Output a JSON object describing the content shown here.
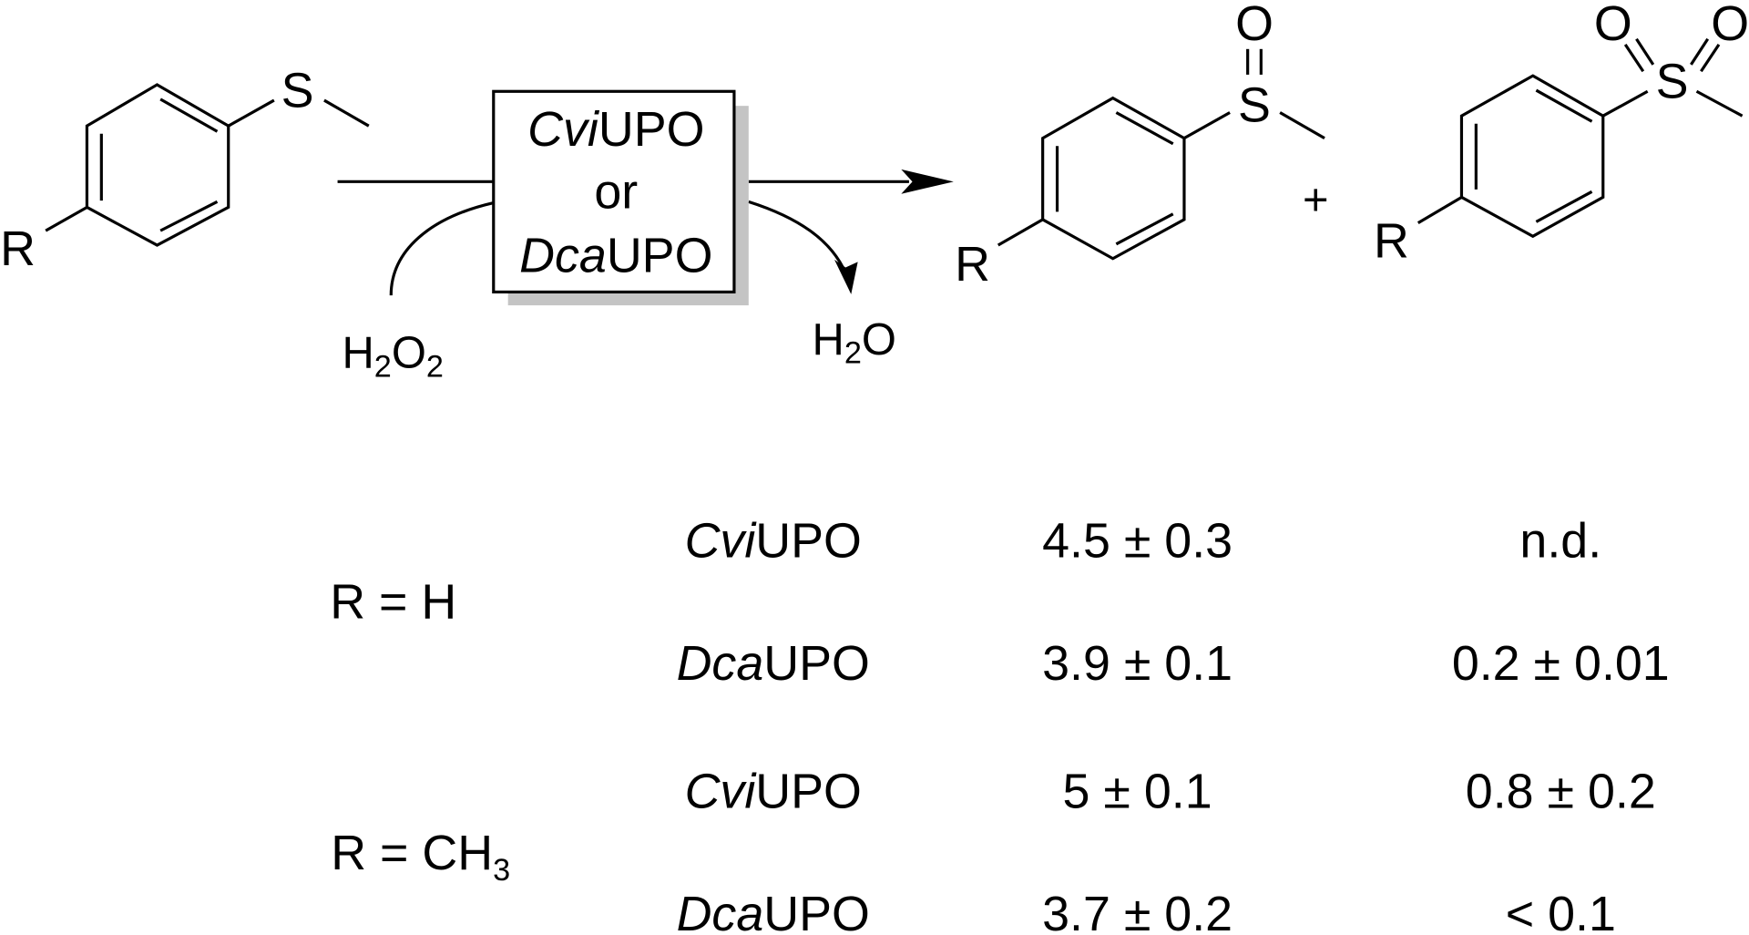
{
  "scheme": {
    "reactant": {
      "R_label": "R",
      "S_label": "S"
    },
    "enzyme_box": {
      "line1": {
        "italic": "Cvi",
        "normal": "UPO"
      },
      "line2": "or",
      "line3": {
        "italic": "Dca",
        "normal": "UPO"
      }
    },
    "cosubstrate": {
      "H": "H",
      "sub1": "2",
      "O": "O",
      "sub2": "2"
    },
    "byproduct": {
      "H": "H",
      "sub1": "2",
      "O": "O"
    },
    "sulfoxide": {
      "R_label": "R",
      "S_label": "S",
      "O_label": "O"
    },
    "plus": "+",
    "sulfone": {
      "R_label": "R",
      "S_label": "S",
      "O1_label": "O",
      "O2_label": "O"
    }
  },
  "table": {
    "groups": [
      {
        "label": "R = H",
        "label_sub": "",
        "rows": [
          {
            "enzyme_italic": "Cvi",
            "enzyme_normal": "UPO",
            "sulfoxide": "4.5 ± 0.3",
            "sulfone": "n.d."
          },
          {
            "enzyme_italic": "Dca",
            "enzyme_normal": "UPO",
            "sulfoxide": "3.9 ± 0.1",
            "sulfone": "0.2 ± 0.01"
          }
        ]
      },
      {
        "label": "R = CH",
        "label_sub": "3",
        "rows": [
          {
            "enzyme_italic": "Cvi",
            "enzyme_normal": "UPO",
            "sulfoxide": "5 ± 0.1",
            "sulfone": "0.8 ± 0.2"
          },
          {
            "enzyme_italic": "Dca",
            "enzyme_normal": "UPO",
            "sulfoxide": "3.7 ± 0.2",
            "sulfone": "< 0.1"
          }
        ]
      }
    ]
  }
}
